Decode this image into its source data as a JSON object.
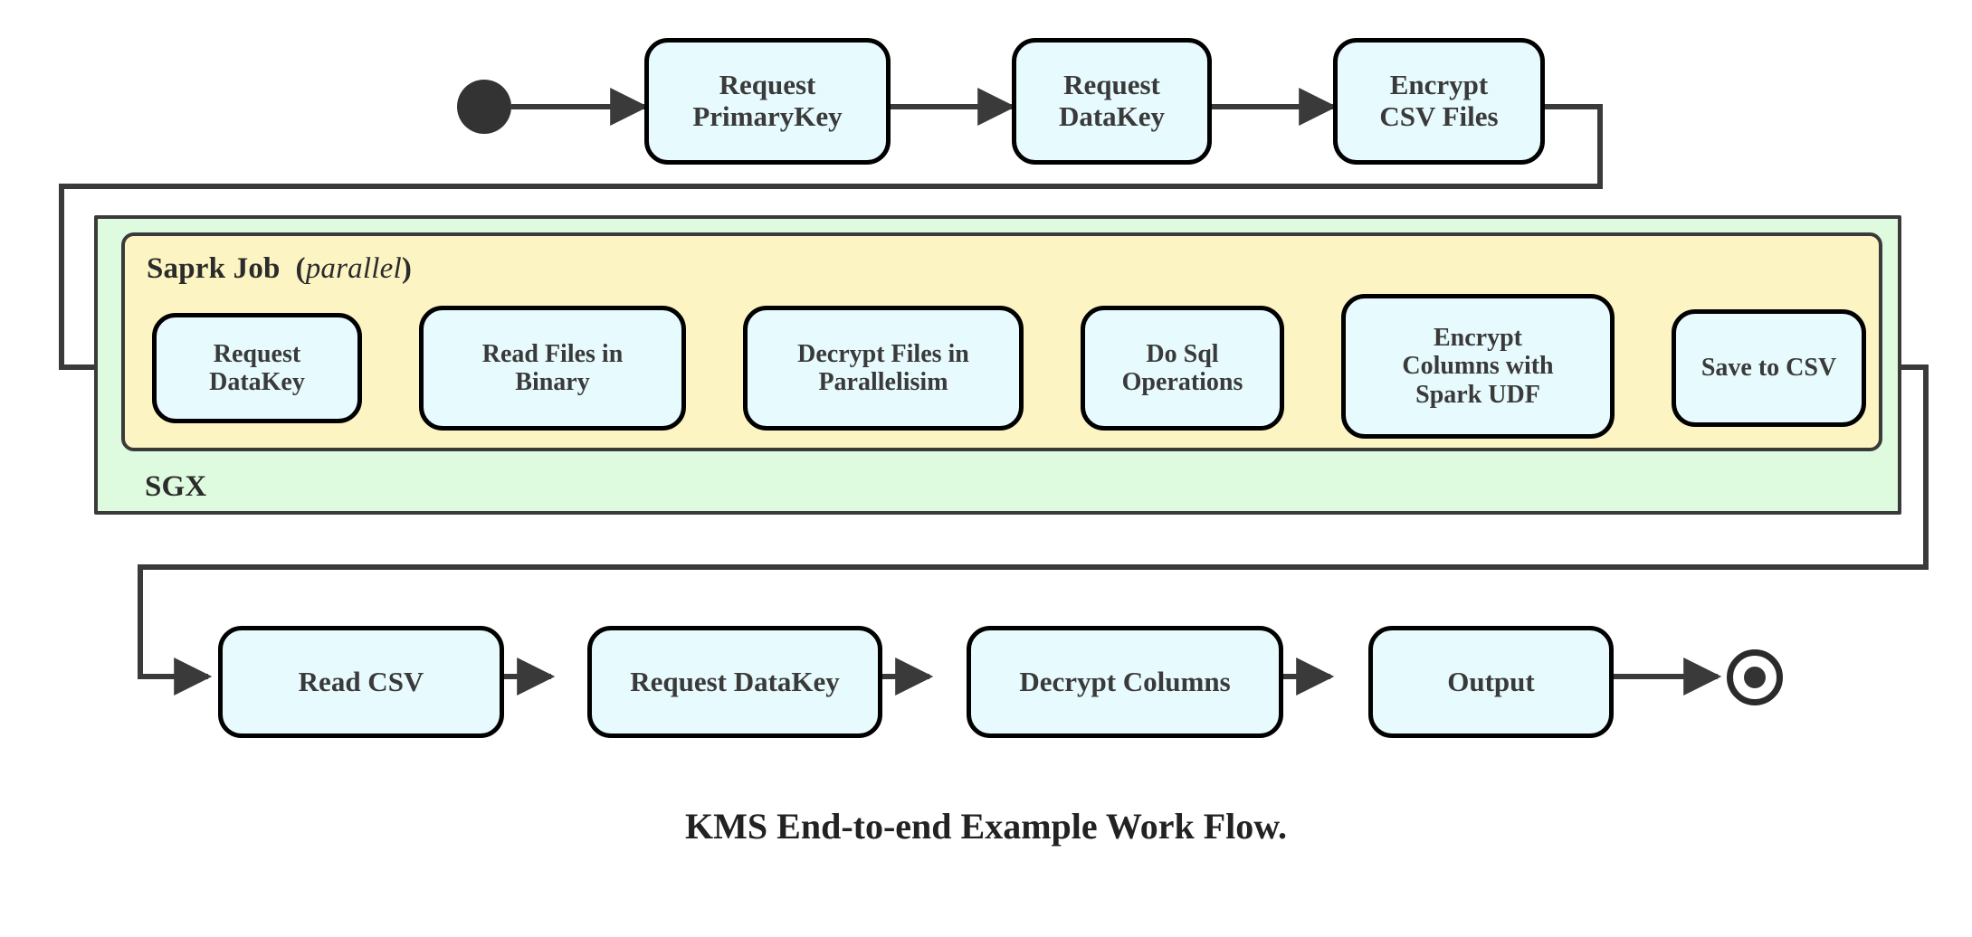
{
  "diagram": {
    "title": "KMS End-to-end Example Work Flow.",
    "colors": {
      "node_fill": "#E7FAFD",
      "node_border": "#000000",
      "sgx_fill": "#DFFBDF",
      "spark_fill": "#FCF4C2",
      "line": "#3A3A3A",
      "text": "#3A3A3A"
    },
    "start_marker": "start-node-filled-circle",
    "end_marker": "end-node-bullseye-circle",
    "containers": [
      {
        "id": "sgx",
        "label": "SGX",
        "label_position": "bottom-left"
      },
      {
        "id": "spark-job",
        "label_main": "Saprk Job",
        "label_modifier_open": "(",
        "label_modifier": "parallel",
        "label_modifier_close": ")",
        "label_position": "top-left"
      }
    ],
    "rows": {
      "top": [
        {
          "id": "request-primarykey",
          "lines": [
            "Request",
            "PrimaryKey"
          ]
        },
        {
          "id": "request-datakey-top",
          "lines": [
            "Request",
            "DataKey"
          ]
        },
        {
          "id": "encrypt-csv-files",
          "lines": [
            "Encrypt",
            "CSV Files"
          ]
        }
      ],
      "spark": [
        {
          "id": "request-datakey-spark",
          "lines": [
            "Request",
            "DataKey"
          ]
        },
        {
          "id": "read-files-in-binary",
          "lines": [
            "Read Files in",
            "Binary"
          ]
        },
        {
          "id": "decrypt-files-in-parallelisim",
          "lines": [
            "Decrypt Files in",
            "Parallelisim"
          ]
        },
        {
          "id": "do-sql-operations",
          "lines": [
            "Do Sql",
            "Operations"
          ]
        },
        {
          "id": "encrypt-columns-with-spark-udf",
          "lines": [
            "Encrypt",
            "Columns with",
            "Spark UDF"
          ]
        },
        {
          "id": "save-to-csv",
          "lines": [
            "Save to CSV"
          ]
        }
      ],
      "bottom": [
        {
          "id": "read-csv",
          "lines": [
            "Read CSV"
          ]
        },
        {
          "id": "request-datakey-bottom",
          "lines": [
            "Request DataKey"
          ]
        },
        {
          "id": "decrypt-columns",
          "lines": [
            "Decrypt Columns"
          ]
        },
        {
          "id": "output",
          "lines": [
            "Output"
          ]
        }
      ]
    },
    "flow_sequence": [
      "start",
      "Request PrimaryKey",
      "Request DataKey",
      "Encrypt CSV Files",
      "Request DataKey",
      "Read Files in Binary",
      "Decrypt Files in Parallelisim",
      "Do Sql Operations",
      "Encrypt Columns with Spark UDF",
      "Save to CSV",
      "Read CSV",
      "Request DataKey",
      "Decrypt Columns",
      "Output",
      "end"
    ]
  }
}
